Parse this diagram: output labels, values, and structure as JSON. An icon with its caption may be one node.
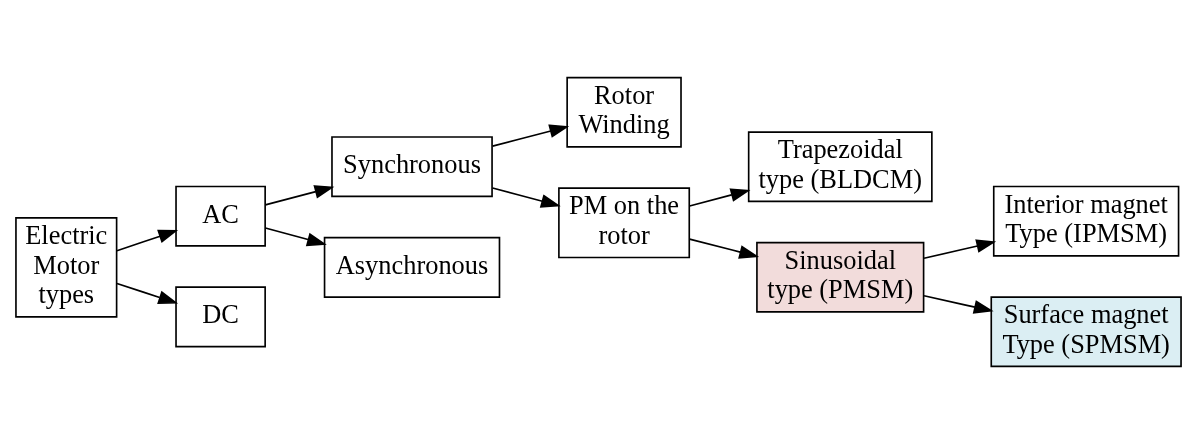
{
  "diagram": {
    "nodes": [
      {
        "text": [
          "Electric Motor types"
        ]
      },
      {
        "text": [
          "AC"
        ]
      },
      {
        "text": [
          "DC"
        ]
      },
      {
        "text": [
          "Synchronous"
        ]
      },
      {
        "text": [
          "Asynchronous"
        ]
      },
      {
        "text": [
          "Rotor Winding"
        ]
      },
      {
        "text": [
          "PM on the rotor"
        ]
      },
      {
        "text": [
          "Trapezoidal type (BLDCM)"
        ]
      },
      {
        "text": [
          "Sinusoidal type (PMSM)"
        ]
      },
      {
        "text": [
          "Interior magnet Type (IPMSM)"
        ]
      },
      {
        "text": [
          "Surface magnet Type (SPMSM)"
        ]
      }
    ],
    "edges": [
      {
        "from": 0,
        "to": 1,
        "arrow": "to"
      },
      {
        "from": 0,
        "to": 2,
        "arrow": "to"
      },
      {
        "from": 1,
        "to": 3,
        "arrow": "to"
      },
      {
        "from": 1,
        "to": 4,
        "arrow": "to"
      },
      {
        "from": 3,
        "to": 5,
        "arrow": "to"
      },
      {
        "from": 3,
        "to": 6,
        "arrow": "to"
      },
      {
        "from": 6,
        "to": 7,
        "arrow": "to"
      },
      {
        "from": 6,
        "to": 8,
        "arrow": "to"
      },
      {
        "from": 8,
        "to": 9,
        "arrow": "to"
      },
      {
        "from": 8,
        "to": 10,
        "arrow": "to"
      }
    ]
  }
}
